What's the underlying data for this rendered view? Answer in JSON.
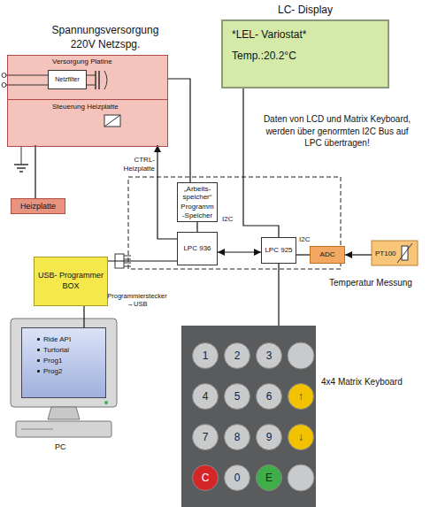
{
  "diagram": {
    "nodes": [
      {
        "text": [
          "LC- Display",
          "*LEL- Variostat*",
          "Temp.:20.2°C"
        ]
      },
      {
        "text": [
          "Spannungsversorgung 220V Netzspg."
        ]
      },
      {
        "text": [
          "Versorgung Platine"
        ],
        "in": 1
      },
      {
        "text": [
          "Netzfilter"
        ],
        "in": 2
      },
      {
        "text": [
          "Steuerung Heizplatte"
        ],
        "in": 1
      },
      {
        "text": [
          "Heizplatte"
        ]
      },
      {
        "text": [
          "„Arbeits- speicher“",
          "Programm -Speicher"
        ]
      },
      {
        "text": [
          "LPC 936"
        ]
      },
      {
        "text": [
          "LPC 925"
        ]
      },
      {
        "text": [
          "ADC"
        ]
      },
      {
        "text": [
          "PT100"
        ]
      },
      {
        "text": [
          "USB- Programmer BOX"
        ]
      },
      {
        "text": [
          "Ride API",
          "Turtorial",
          "Prog1",
          "Prog2"
        ]
      },
      {
        "text": [
          "4x4 Matrix Keyboard"
        ]
      },
      {
        "text": [
          "1"
        ],
        "in": 13
      },
      {
        "text": [
          "2"
        ],
        "in": 13
      },
      {
        "text": [
          "3"
        ],
        "in": 13
      },
      {
        "text": [
          "4"
        ],
        "in": 13
      },
      {
        "text": [
          "5"
        ],
        "in": 13
      },
      {
        "text": [
          "6"
        ],
        "in": 13
      },
      {
        "text": [
          "↑"
        ],
        "in": 13
      },
      {
        "text": [
          "7"
        ],
        "in": 13
      },
      {
        "text": [
          "8"
        ],
        "in": 13
      },
      {
        "text": [
          "9"
        ],
        "in": 13
      },
      {
        "text": [
          "↓"
        ],
        "in": 13
      },
      {
        "text": [
          "C"
        ],
        "in": 13
      },
      {
        "text": [
          "0"
        ],
        "in": 13
      },
      {
        "text": [
          "E"
        ],
        "in": 13
      }
    ],
    "edges": [
      {
        "from": 0,
        "to": 8,
        "arrow": "none"
      },
      {
        "from": 13,
        "to": 8,
        "arrow": "none"
      },
      {
        "from": 7,
        "to": 8,
        "arrow": "both"
      },
      {
        "from": 8,
        "to": 9,
        "label": "I2C",
        "arrow": "none"
      },
      {
        "from": 10,
        "to": 9,
        "arrow": "to"
      },
      {
        "from": 6,
        "to": 7,
        "label": "I2C",
        "arrow": "none"
      },
      {
        "from": 7,
        "to": 4,
        "label": "CTRL- Heizplatte",
        "arrow": "to"
      },
      {
        "from": 2,
        "to": 6,
        "arrow": "none"
      },
      {
        "from": 11,
        "to": 7,
        "arrow": "none"
      },
      {
        "from": 12,
        "to": 11,
        "arrow": "none"
      },
      {
        "from": 4,
        "to": 5,
        "arrow": "none"
      }
    ],
    "labels": [
      "Daten von LCD und Matrix Keyboard, werden über genormten I2C Bus auf LPC übertragen!",
      "Programmierstecker →USB",
      "Temperatur Messung",
      "PC"
    ]
  }
}
